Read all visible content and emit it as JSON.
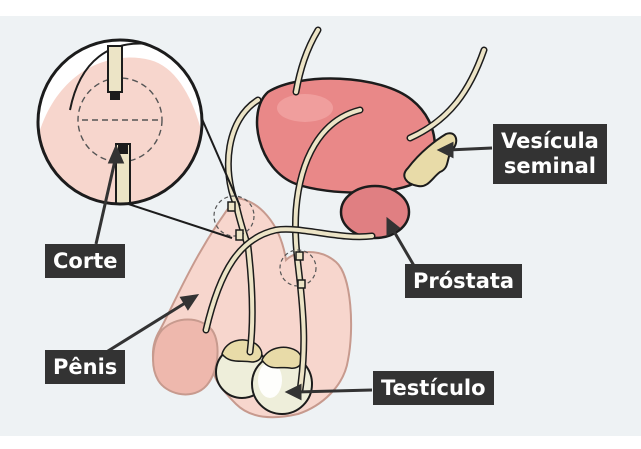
{
  "labels": {
    "corte": "Corte",
    "penis": "Pênis",
    "vesicula_line1": "Vesícula",
    "vesicula_line2": "seminal",
    "prostata": "Próstata",
    "testiculo": "Testículo"
  },
  "colors": {
    "background_panel": "#eef2f4",
    "skin_fill": "#f7d6cd",
    "skin_stroke": "#c79a8e",
    "bladder_fill": "#e98888",
    "prostate_fill": "#e07f82",
    "duct_fill": "#ece4c6",
    "vesicle_fill": "#e8dba8",
    "testicle_fill": "#eeeeda",
    "outline": "#1c1c1c",
    "label_bg": "#333333"
  }
}
